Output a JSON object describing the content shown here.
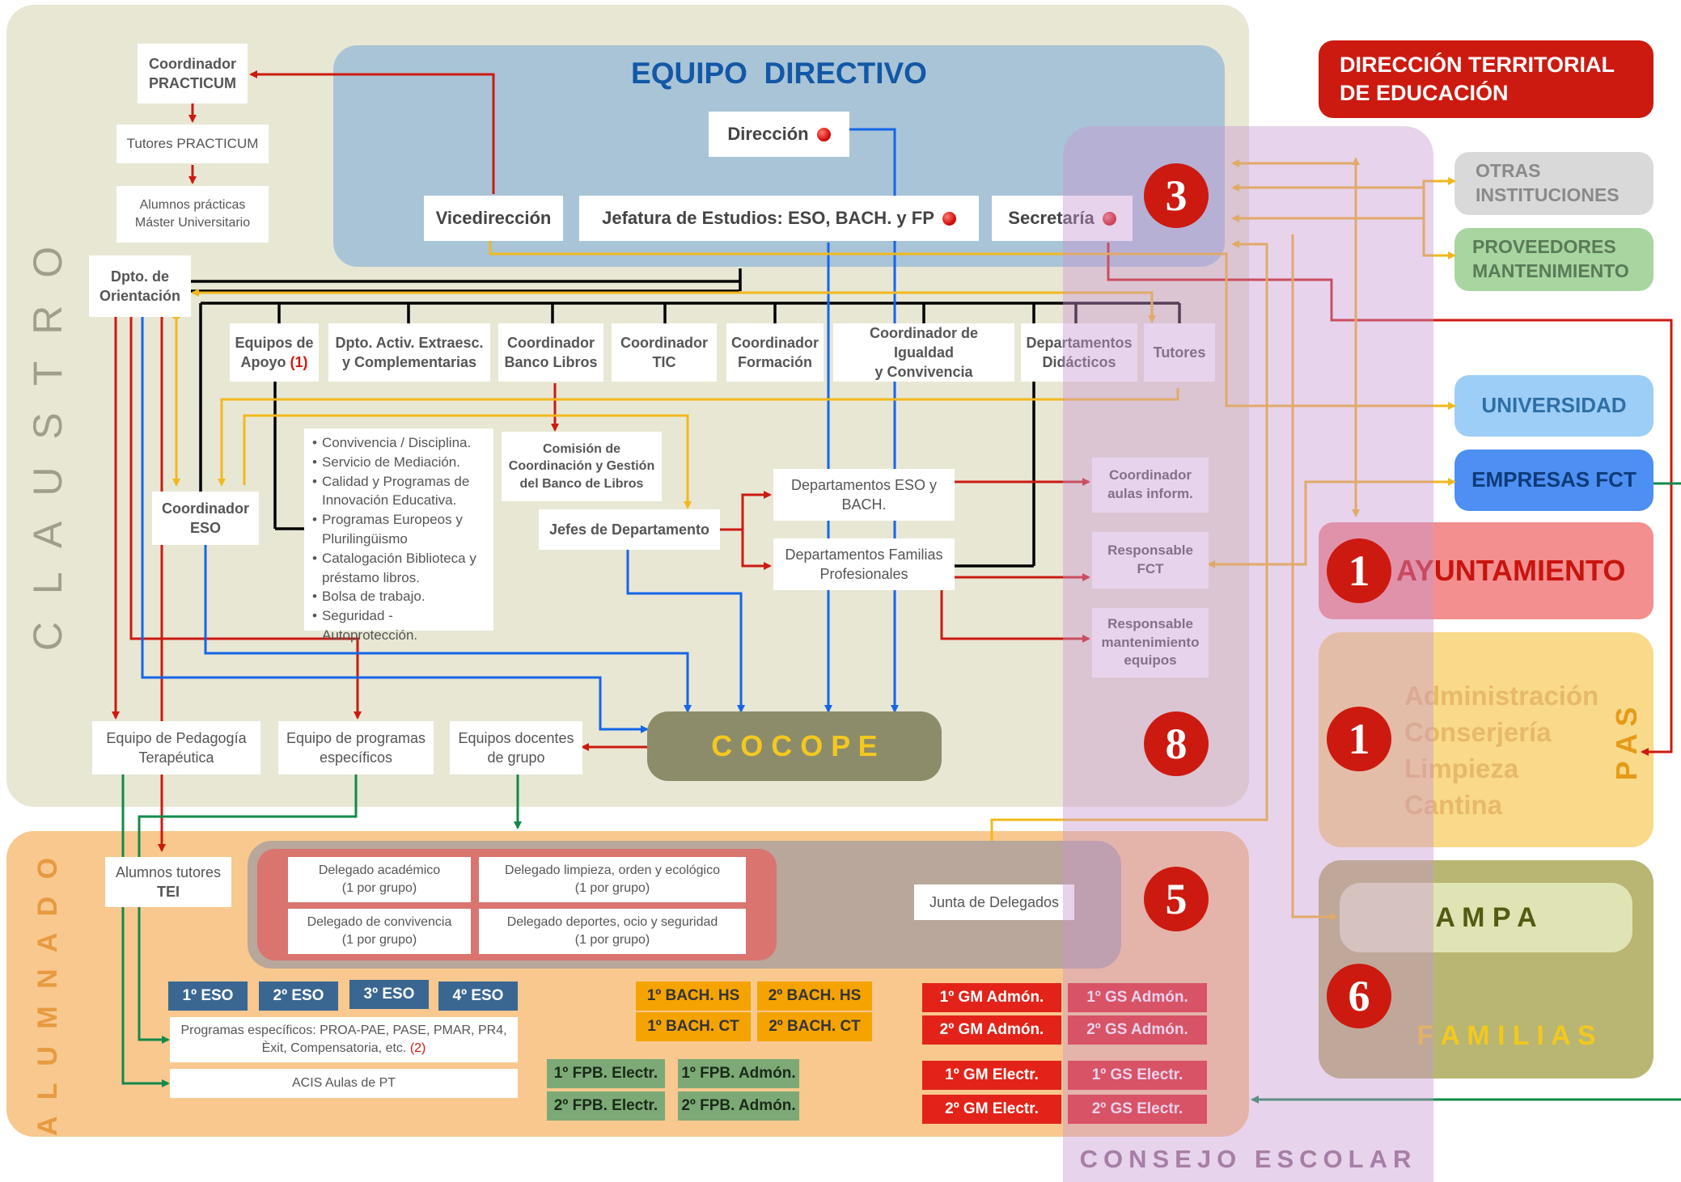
{
  "colors": {
    "claustro_bg": "#e8e7d4",
    "alumnado_bg": "#f8c88e",
    "equipo_directivo_bg": "#a9c4d6",
    "consejo_escolar_bg": "#dcb6dc",
    "red": "#cc1a10",
    "blue": "#1565e8",
    "yellow": "#f2b81e",
    "green": "#12894a",
    "black": "#000000",
    "eso_blue": "#3a6792",
    "bach_orange": "#f5a300",
    "fpb_green": "#7da977",
    "gm_red": "#e32319"
  },
  "regions": {
    "claustro": "C L A U S T R O",
    "alumnado": "A L U M N A D O",
    "consejo_escolar": "CONSEJO ESCOLAR"
  },
  "equipo_directivo": {
    "title": "EQUIPO  DIRECTIVO",
    "direccion": "Dirección",
    "vicedireccion": "Vicedirección",
    "jefatura": "Jefatura de Estudios: ESO, BACH. y FP",
    "secretaria": "Secretaría"
  },
  "practicum": {
    "coordinador": "Coordinador\nPRACTICUM",
    "tutores": "Tutores PRACTICUM",
    "alumnos": "Alumnos prácticas\nMáster Universitario"
  },
  "orientacion": "Dpto. de\nOrientación",
  "row_boxes": {
    "equipos_apoyo": "Equipos de\nApoyo",
    "equipos_apoyo_note": "(1)",
    "dpto_actividades": "Dpto. Activ. Extraesc.\ny Complementarias",
    "coord_banco": "Coordinador\nBanco Libros",
    "coord_tic": "Coordinador\nTIC",
    "coord_formacion": "Coordinador\nFormación",
    "coord_igualdad": "Coordinador de Igualdad\ny Convivencia",
    "departamentos_didacticos": "Departamentos\nDidácticos",
    "tutores": "Tutores"
  },
  "bullet_list": [
    "Convivencia / Disciplina.",
    "Servicio de Mediación.",
    "Calidad y Programas de Innovación Educativa.",
    "Programas Europeos y Plurilingüismo",
    "Catalogación Biblioteca y préstamo libros.",
    "Bolsa de trabajo.",
    "Seguridad - Autoprotección."
  ],
  "middle": {
    "comision": "Comisión de\nCoordinación y Gestión\ndel Banco de Libros",
    "coordinador_eso": "Coordinador\nESO",
    "jefes_departamento": "Jefes de Departamento",
    "dep_eso_bach": "Departamentos ESO y\nBACH.",
    "dep_familias": "Departamentos Familias\nProfesionales",
    "coord_aulas": "Coordinador\naulas inform.",
    "responsable_fct": "Responsable\nFCT",
    "responsable_mant": "Responsable\nmantenimiento\nequipos"
  },
  "lower": {
    "pedagogia": "Equipo de Pedagogía\nTerapéutica",
    "programas": "Equipo de programas\nespecíficos",
    "docentes": "Equipos docentes\nde grupo",
    "cocope": "C O C O P E"
  },
  "alumnado": {
    "tutores_tei_line1": "Alumnos tutores",
    "tutores_tei_line2": "TEI",
    "delegado_academico": "Delegado académico\n(1 por grupo)",
    "delegado_limpieza": "Delegado limpieza, orden y ecológico\n(1 por grupo)",
    "delegado_convivencia": "Delegado de convivencia\n(1 por grupo)",
    "delegado_deportes": "Delegado deportes, ocio y seguridad\n(1 por grupo)",
    "junta": "Junta de Delegados",
    "eso": [
      "1º ESO",
      "2º ESO",
      "3º ESO",
      "4º ESO"
    ],
    "programas_especificos": "Programas específicos: PROA-PAE, PASE, PMAR, PR4,\nÈxit, Compensatoria, etc.",
    "programas_note": "(2)",
    "acis": "ACIS Aulas de PT",
    "bach": [
      "1º BACH. HS",
      "2º BACH. HS",
      "1º BACH. CT",
      "2º BACH. CT"
    ],
    "fpb": [
      "1º FPB. Electr.",
      "1º FPB. Admón.",
      "2º FPB. Electr.",
      "2º FPB. Admón."
    ],
    "ciclos_admon": [
      "1º GM Admón.",
      "1º GS Admón.",
      "2º GM Admón.",
      "2º GS Admón."
    ],
    "ciclos_electr": [
      "1º GM Electr.",
      "1º GS Electr.",
      "2º GM Electr.",
      "2º GS Electr."
    ]
  },
  "numbers": {
    "n3": "3",
    "n8": "8",
    "n5": "5",
    "n1a": "1",
    "n1b": "1",
    "n6": "6"
  },
  "external": {
    "direccion_territorial": "DIRECCIÓN TERRITORIAL\nDE EDUCACIÓN",
    "otras": "OTRAS\nINSTITUCIONES",
    "proveedores": "PROVEEDORES\nMANTENIMIENTO",
    "universidad": "UNIVERSIDAD",
    "empresas": "EMPRESAS FCT",
    "ayuntamiento": "AYUNTAMIENTO",
    "pas_items": [
      "Administración",
      "Conserjería",
      "Limpieza",
      "Cantina"
    ],
    "pas_label": "P A S",
    "ampa": "A M P A",
    "familias": "F A M I L I A S"
  }
}
